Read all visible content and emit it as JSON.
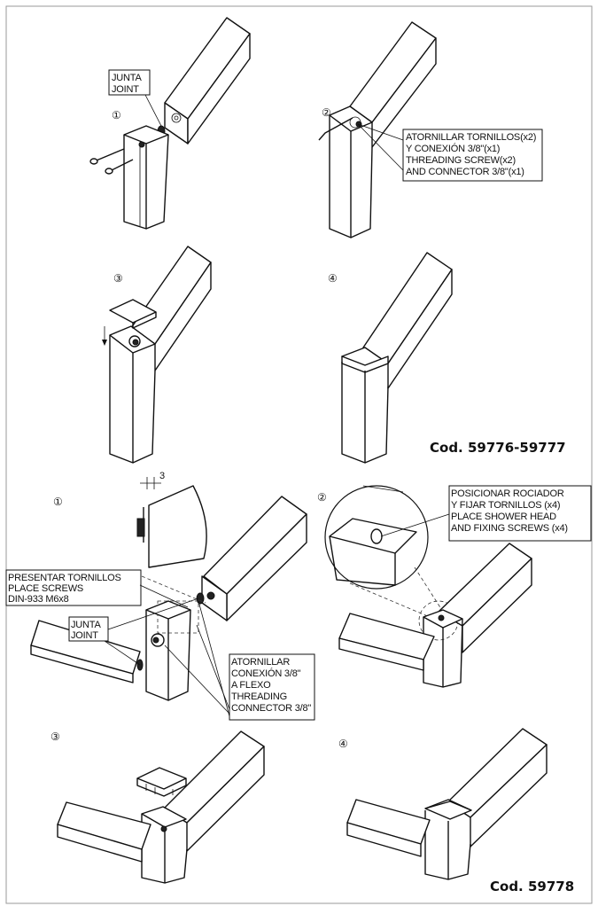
{
  "upper": {
    "steps": [
      "①",
      "②",
      "③",
      "④"
    ],
    "label_joint": [
      "JUNTA",
      "JOINT"
    ],
    "label_step2": [
      "ATORNILLAR TORNILLOS(x2)",
      "Y CONEXIÓN 3/8\"(x1)",
      "THREADING SCREW(x2)",
      "AND CONNECTOR 3/8\"(x1)"
    ],
    "code": "Cod. 59776-59777"
  },
  "lower": {
    "steps": [
      "①",
      "②",
      "③",
      "④"
    ],
    "dimension": "3",
    "label_screws": [
      "PRESENTAR TORNILLOS",
      "PLACE SCREWS",
      "DIN-933 M6x8"
    ],
    "label_joint": [
      "JUNTA",
      "JOINT"
    ],
    "label_connector": [
      "ATORNILLAR",
      "CONEXIÓN 3/8\"",
      "A FLEXO",
      "THREADING",
      "CONNECTOR 3/8\""
    ],
    "label_step2": [
      "POSICIONAR ROCIADOR",
      "Y FIJAR TORNILLOS (x4)",
      "PLACE SHOWER HEAD",
      "AND FIXING SCREWS (x4)"
    ],
    "code": "Cod. 59778"
  }
}
